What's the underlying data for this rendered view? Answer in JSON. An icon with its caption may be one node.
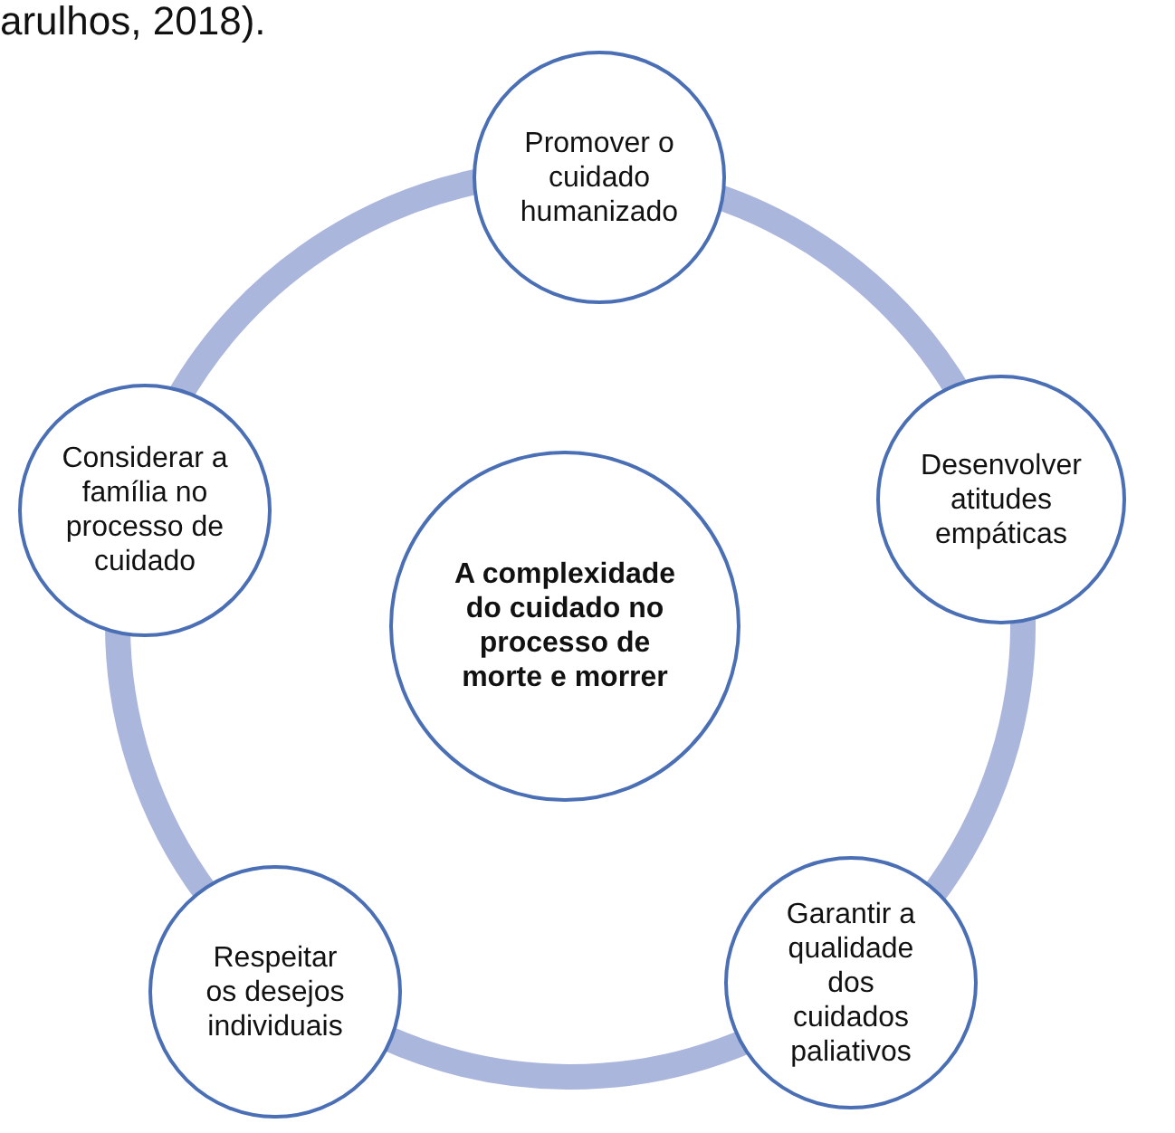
{
  "diagram": {
    "nodes": [
      {
        "text": [
          "Promover o cuidado humanizado"
        ]
      },
      {
        "text": [
          "Desenvolver atitudes empáticas"
        ]
      },
      {
        "text": [
          "Garantir a qualidade dos cuidados paliativos"
        ]
      },
      {
        "text": [
          "Respeitar os desejos individuais"
        ]
      },
      {
        "text": [
          "Considerar a família no processo de cuidado"
        ]
      },
      {
        "text": [
          "A complexidade do cuidado no processo de morte e morrer"
        ]
      }
    ],
    "edges": [
      {
        "from": 0,
        "to": 1,
        "arrow": "none"
      },
      {
        "from": 1,
        "to": 2,
        "arrow": "none"
      },
      {
        "from": 2,
        "to": 3,
        "arrow": "none"
      },
      {
        "from": 3,
        "to": 4,
        "arrow": "none"
      },
      {
        "from": 4,
        "to": 0,
        "arrow": "none"
      }
    ],
    "labels": [
      "arulhos, 2018)."
    ]
  }
}
